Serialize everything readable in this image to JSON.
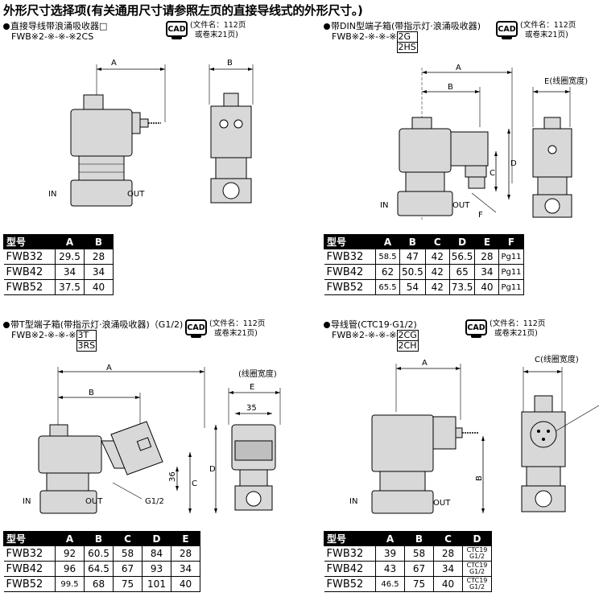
{
  "page_title": "外形尺寸选择项(有关通用尺寸请参照左页的直接导线式的外形尺寸。)",
  "cad": {
    "badge": "CAD",
    "line1": "(文件名：112页",
    "line2": "或卷末21页)"
  },
  "sections": {
    "s1": {
      "title": "直接导线带浪涌吸收器□",
      "model": "FWB※2-※-※-※2CS",
      "labels": {
        "a": "A",
        "b": "B",
        "in": "IN",
        "out": "OUT"
      }
    },
    "s2": {
      "title": "带DIN型端子箱(带指示灯·浪涌吸收器)",
      "model": "FWB※2-※-※-※",
      "options": [
        "2G",
        "2HS"
      ],
      "labels": {
        "a": "A",
        "b": "B",
        "c": "C",
        "d": "D",
        "e": "E(线圈宽度)",
        "f": "F",
        "in": "IN",
        "out": "OUT"
      }
    },
    "s3": {
      "title": "带T型端子箱(带指示灯·浪涌吸收器)（G1/2)",
      "model": "FWB※2-※-※-※",
      "options": [
        "3T",
        "3RS"
      ],
      "labels": {
        "a": "A",
        "b": "B",
        "c": "C",
        "d": "D",
        "e": "E",
        "coil": "(线圈宽度)",
        "dim35": "35",
        "dim36": "36",
        "g12": "G1/2",
        "in": "IN",
        "out": "OUT"
      }
    },
    "s4": {
      "title": "导线管(CTC19·G1/2)",
      "model": "FWB※2-※-※-※",
      "options": [
        "2CG",
        "2CH"
      ],
      "labels": {
        "a": "A",
        "b": "B",
        "c": "C(线圈宽度)",
        "in": "IN",
        "out": "OUT"
      }
    }
  },
  "tables": {
    "t1": {
      "headers": [
        "型号",
        "A",
        "B"
      ],
      "rows": [
        [
          "FWB32",
          "29.5",
          "28"
        ],
        [
          "FWB42",
          "34",
          "34"
        ],
        [
          "FWB52",
          "37.5",
          "40"
        ]
      ]
    },
    "t2": {
      "headers": [
        "型号",
        "A",
        "B",
        "C",
        "D",
        "E",
        "F"
      ],
      "rows": [
        [
          "FWB32",
          "58.5",
          "47",
          "42",
          "56.5",
          "28",
          "Pg11"
        ],
        [
          "FWB42",
          "62",
          "50.5",
          "42",
          "65",
          "34",
          "Pg11"
        ],
        [
          "FWB52",
          "65.5",
          "54",
          "42",
          "73.5",
          "40",
          "Pg11"
        ]
      ]
    },
    "t3": {
      "headers": [
        "型号",
        "A",
        "B",
        "C",
        "D",
        "E"
      ],
      "rows": [
        [
          "FWB32",
          "92",
          "60.5",
          "58",
          "84",
          "28"
        ],
        [
          "FWB42",
          "96",
          "64.5",
          "67",
          "93",
          "34"
        ],
        [
          "FWB52",
          "99.5",
          "68",
          "75",
          "101",
          "40"
        ]
      ]
    },
    "t4": {
      "headers": [
        "型号",
        "A",
        "B",
        "C",
        "D"
      ],
      "d_value": [
        "CTC19",
        "G1/2"
      ],
      "rows": [
        [
          "FWB32",
          "39",
          "58",
          "28"
        ],
        [
          "FWB42",
          "43",
          "67",
          "34"
        ],
        [
          "FWB52",
          "46.5",
          "75",
          "40"
        ]
      ]
    }
  },
  "colors": {
    "body_fill": "#d8d8d8",
    "line": "#000000",
    "header_bg": "#000000",
    "header_text": "#ffffff"
  }
}
